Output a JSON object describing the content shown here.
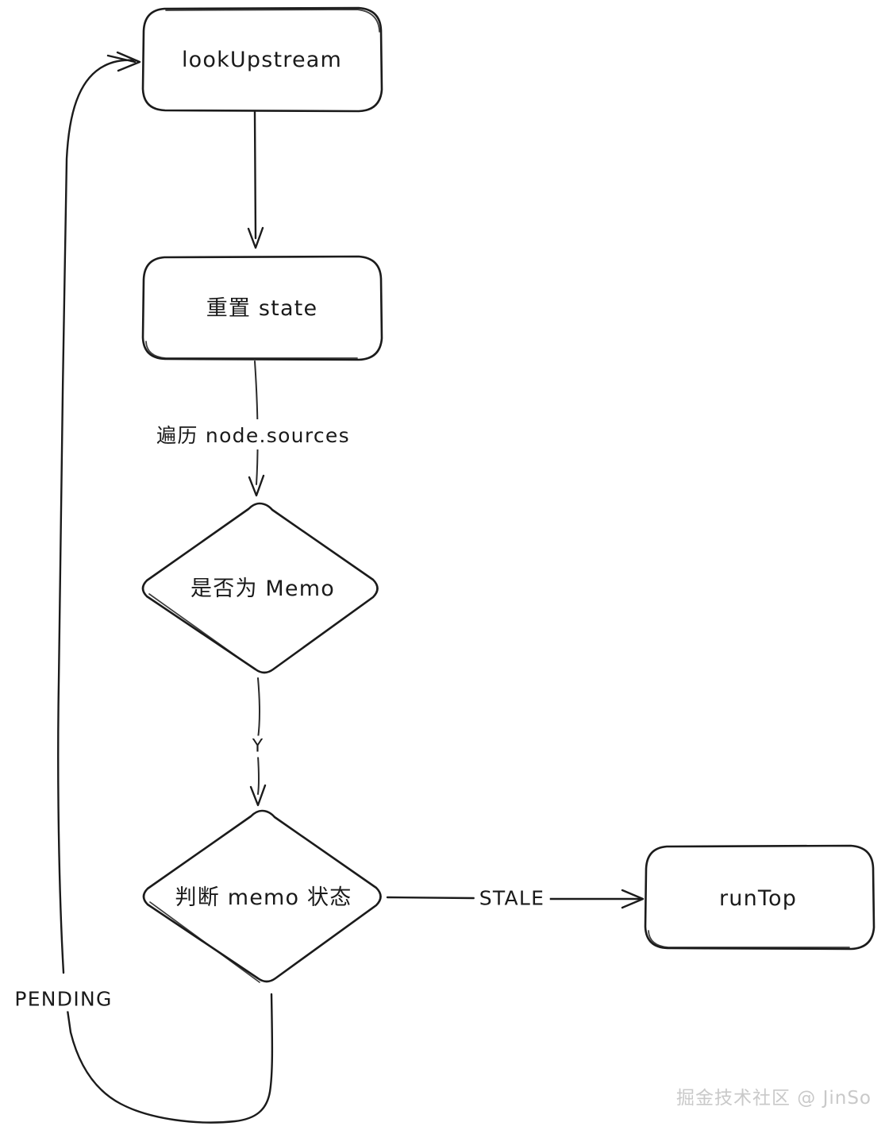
{
  "diagram": {
    "type": "flowchart",
    "direction": "top-to-bottom",
    "nodes": [
      {
        "id": "lookUpstream",
        "shape": "rounded-rect",
        "label": "lookUpstream"
      },
      {
        "id": "resetState",
        "shape": "rounded-rect",
        "label": "重置 state"
      },
      {
        "id": "isMemo",
        "shape": "diamond",
        "label": "是否为 Memo"
      },
      {
        "id": "memoState",
        "shape": "diamond",
        "label": "判断 memo 状态"
      },
      {
        "id": "runTop",
        "shape": "rounded-rect",
        "label": "runTop"
      }
    ],
    "edges": [
      {
        "from": "lookUpstream",
        "to": "resetState",
        "label": ""
      },
      {
        "from": "resetState",
        "to": "isMemo",
        "label": "遍历 node.sources"
      },
      {
        "from": "isMemo",
        "to": "memoState",
        "label": "Y"
      },
      {
        "from": "memoState",
        "to": "runTop",
        "label": "STALE"
      },
      {
        "from": "memoState",
        "to": "lookUpstream",
        "label": "PENDING"
      }
    ]
  },
  "watermark": {
    "text": "掘金技术社区 @ JinSo",
    "color": "#c9c9c9"
  },
  "style": {
    "stroke": "#1b1b1b",
    "background": "#ffffff",
    "text": "#1a1a1a"
  }
}
